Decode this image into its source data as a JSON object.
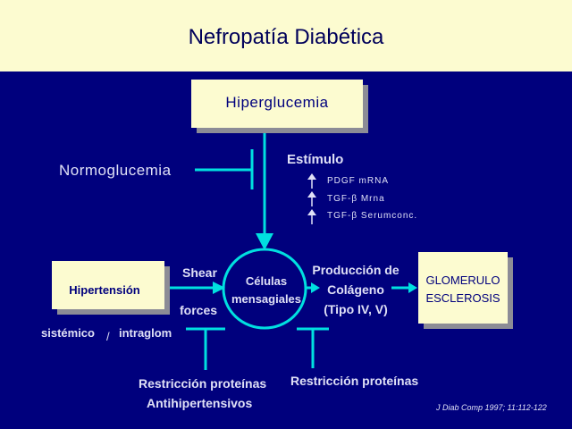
{
  "slide": {
    "title": "Nefropatía Diabética",
    "hyperglycemia": "Hiperglucemia",
    "normoglycemia": "Normoglucemia",
    "stimulus": "Estímulo",
    "markers": [
      "PDGF mRNA",
      "TGF-β Mrna",
      "TGF-β Serumconc."
    ],
    "hypertension": "Hipertensión",
    "shear": "Shear",
    "forces": "forces",
    "systemic": "sistémico",
    "separator": "/",
    "intraglom": "intraglom",
    "cells_line1": "Células",
    "cells_line2": "mensagiales",
    "collagen_line1": "Producción de",
    "collagen_line2": "Colágeno",
    "collagen_line3": "(Tipo IV, V)",
    "outcome_line1": "GLOMERULO",
    "outcome_line2": "ESCLEROSIS",
    "restriction_left_line1": "Restricción proteínas",
    "restriction_left_line2": "Antihipertensivos",
    "restriction_right": "Restricción proteínas",
    "citation": "J Diab Comp  1997; 11:112-122"
  },
  "colors": {
    "background": "#00007d",
    "title_bar": "#fcfbd0",
    "box_fill": "#fcfbd0",
    "connector": "#00e0e0",
    "text_light": "#dfe0f6",
    "text_dark": "#00007d"
  }
}
